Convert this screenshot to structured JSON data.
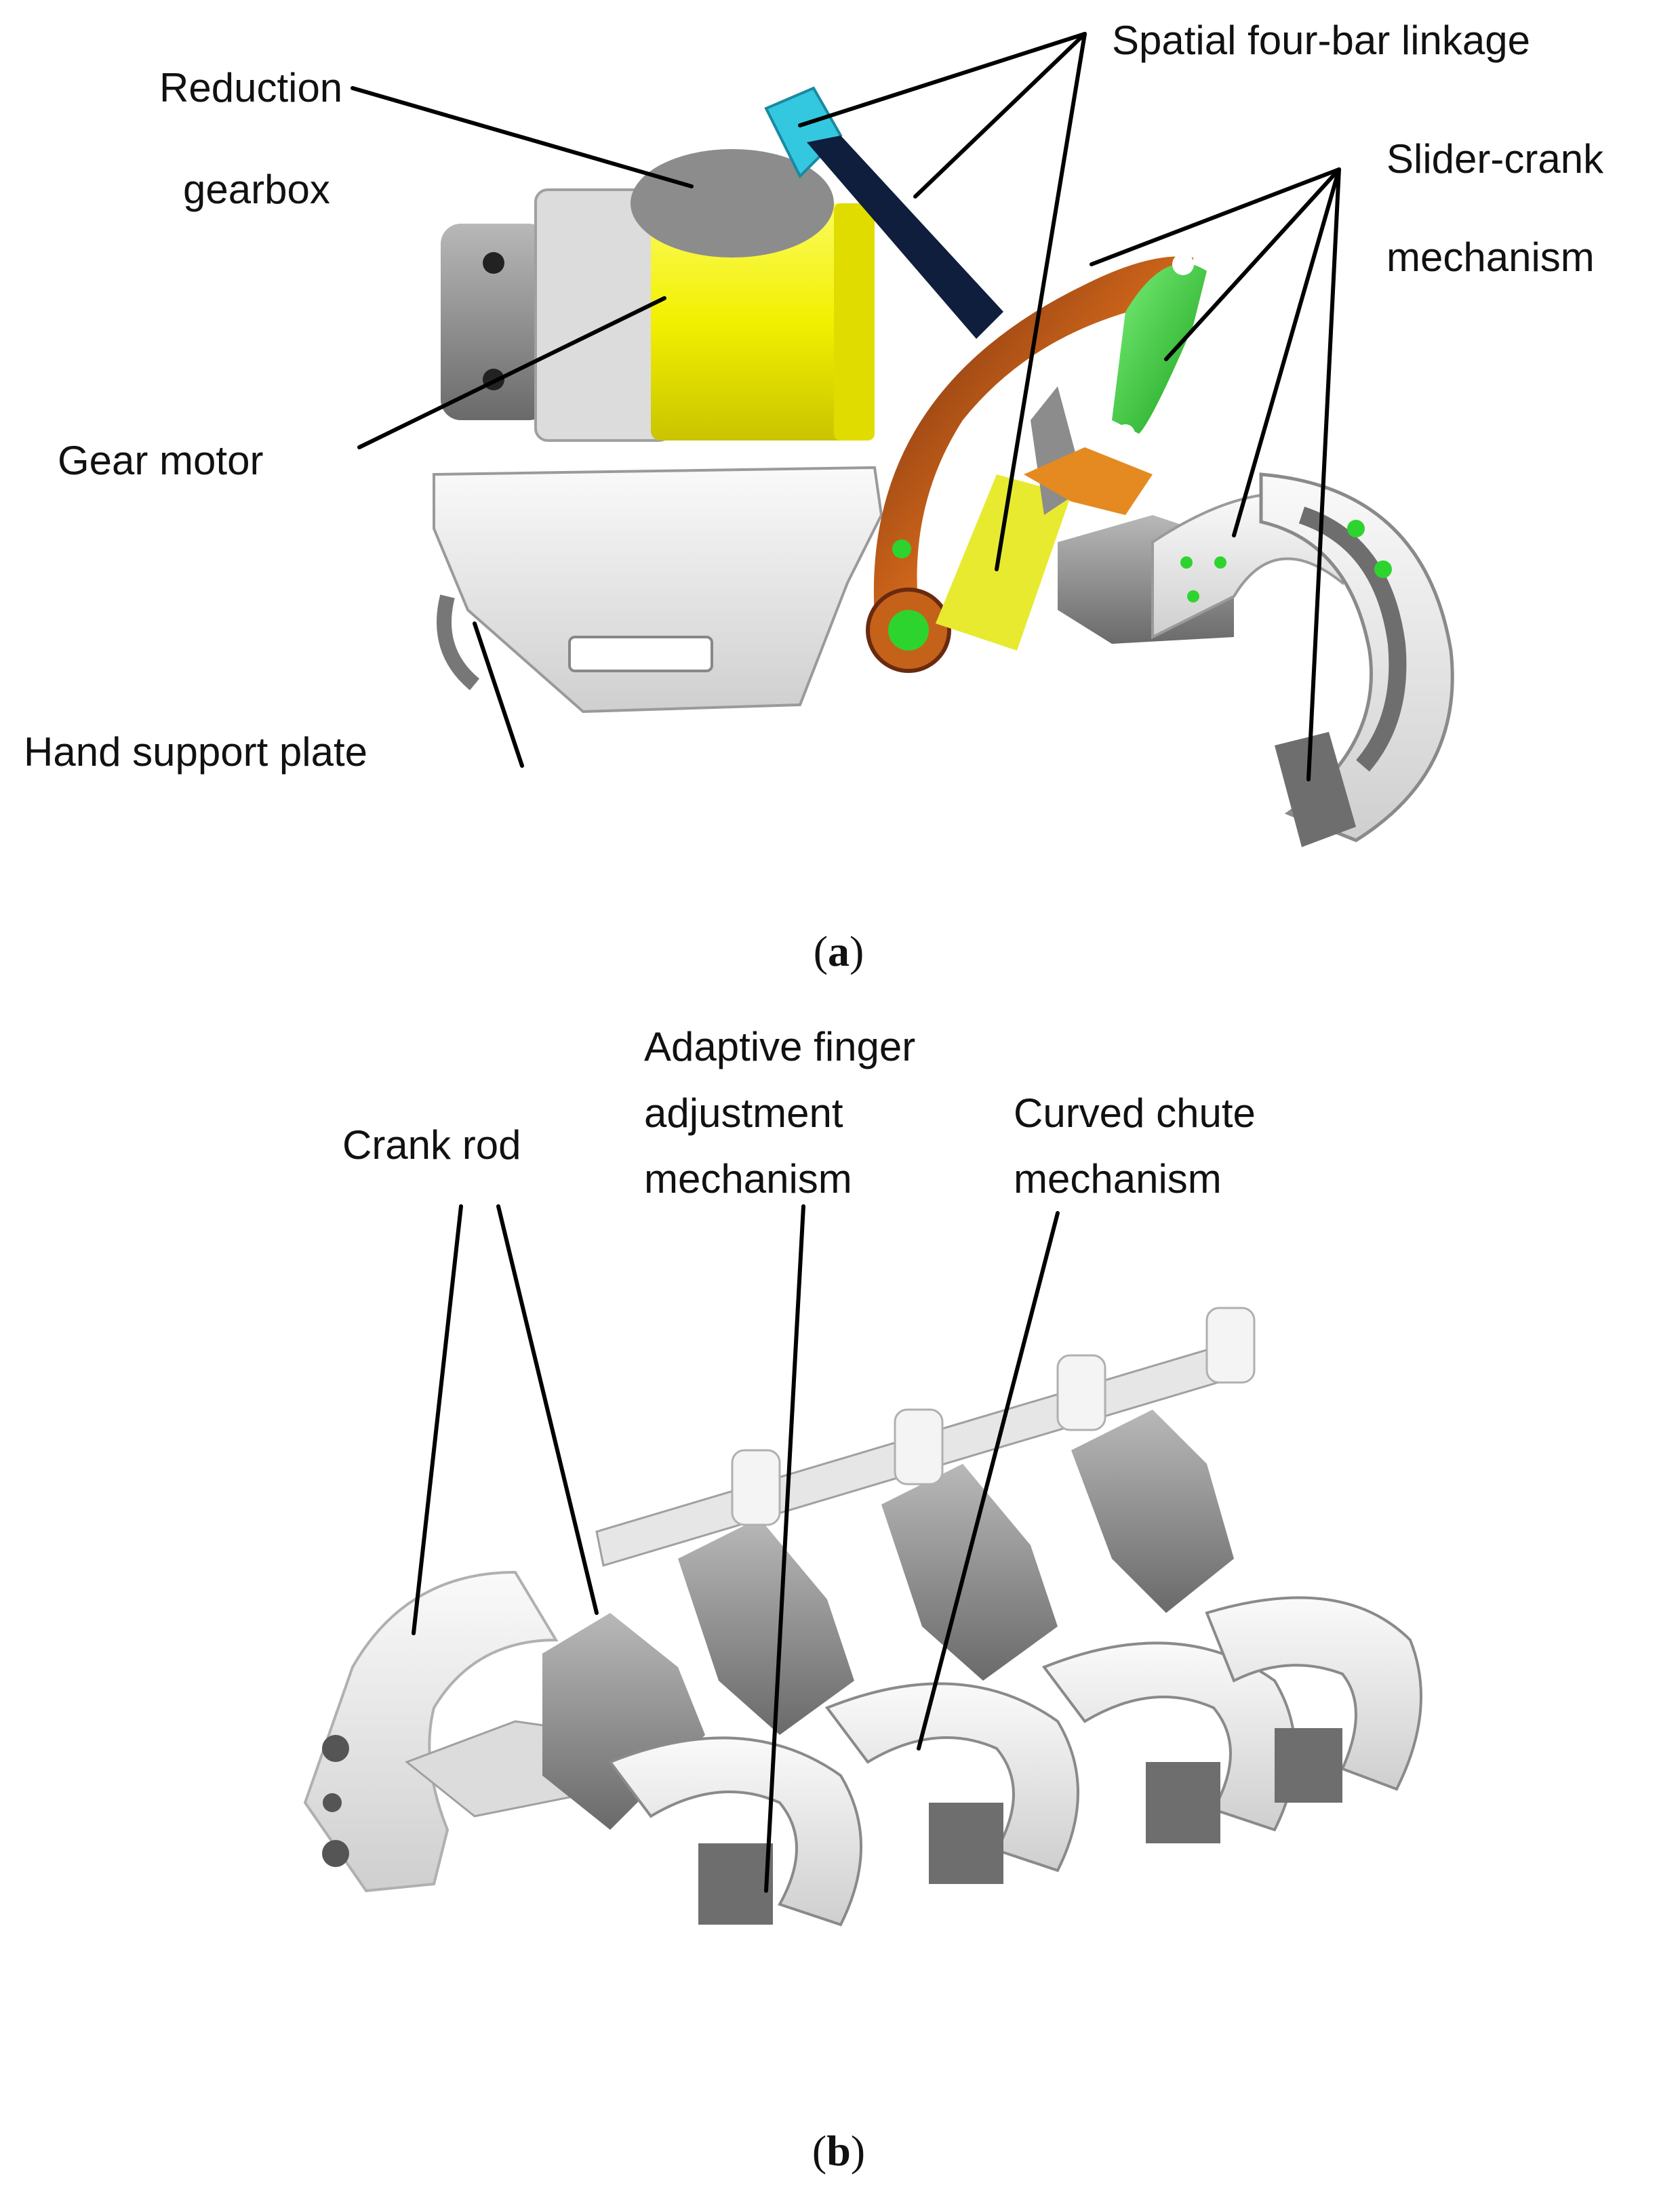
{
  "figure_a": {
    "caption_open": "(",
    "caption_letter": "a",
    "caption_close": ")",
    "labels": {
      "reduction_line1": "Reduction",
      "reduction_line2": "gearbox",
      "spatial_four_bar": "Spatial four-bar linkage",
      "slider_crank_line1": "Slider-crank",
      "slider_crank_line2": "mechanism",
      "gear_motor": "Gear motor",
      "hand_support": "Hand support plate"
    }
  },
  "figure_b": {
    "caption_open": "(",
    "caption_letter": "b",
    "caption_close": ")",
    "labels": {
      "crank_rod": "Crank rod",
      "adaptive_line1": "Adaptive  finger",
      "adaptive_line2": "adjustment",
      "adaptive_line3": "mechanism",
      "curved_line1": "Curved chute",
      "curved_line2": "mechanism"
    }
  },
  "colors": {
    "motor_yellow": "#f2f000",
    "gearbox_gray": "#8c8c8c",
    "linkage_cyan": "#34c8e0",
    "linkage_navy": "#0e1e3c",
    "crank_orange": "#c4621a",
    "slider_green": "#3fd43f",
    "plate_white": "#f0f0f0",
    "part_gray": "#6e6e6e"
  }
}
